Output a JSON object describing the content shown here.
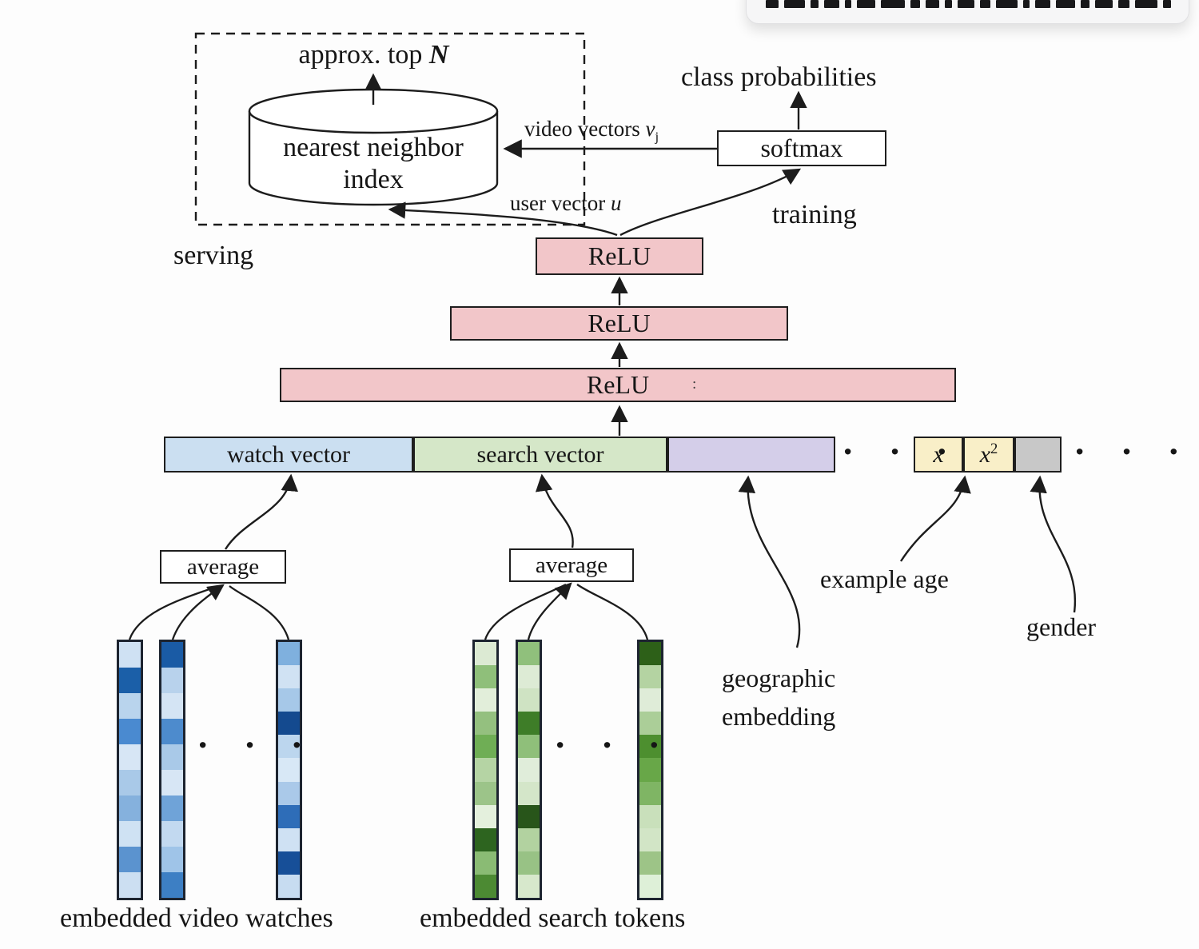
{
  "figure": {
    "serving_label": "serving",
    "training_label": "training",
    "approx_top": {
      "prefix": "approx. top ",
      "math": "N"
    },
    "nn_index": {
      "line1": "nearest neighbor",
      "line2": "index"
    },
    "class_probabilities": "class probabilities",
    "video_vectors": {
      "prefix": "video vectors ",
      "math": "v",
      "sub": "j"
    },
    "user_vector": {
      "prefix": "user vector ",
      "math": "u"
    },
    "relu": "ReLU",
    "softmax": "softmax",
    "artifact_colon": ":",
    "ellipsis": "· · ·",
    "bar": {
      "watch": "watch vector",
      "search": "search vector",
      "x": {
        "math": "x"
      },
      "x2": {
        "math": "x",
        "sup": "2"
      }
    },
    "average": "average",
    "example_age": "example age",
    "gender": "gender",
    "geographic": {
      "line1": "geographic",
      "line2": "embedding"
    },
    "embedded_video": "embedded video watches",
    "embedded_search": "embedded search tokens"
  },
  "colors": {
    "relu_pink": "#f2c6c9",
    "watch_blue": "#cbdff1",
    "search_green": "#d5e7c8",
    "geo_purple": "#d4cee9",
    "age_yellow": "#f9efc8",
    "gender_gray": "#c8c8c8",
    "stroke_dark": "#1c1c1c"
  },
  "embedded_columns": {
    "video": [
      [
        "#cfe1f3",
        "#1b5fa8",
        "#b9d4ed",
        "#4a8ad0",
        "#d7e6f5",
        "#a9c9e8",
        "#85b1dd",
        "#cfe2f3",
        "#5b93cf",
        "#ccdff2"
      ],
      [
        "#1a5ba5",
        "#b8d2ec",
        "#d4e4f4",
        "#4d8bcd",
        "#a9c9e8",
        "#d7e6f5",
        "#6fa3d8",
        "#c2d9f0",
        "#9fc4e8",
        "#3d7fc4"
      ],
      [
        "#7fb0de",
        "#d0e2f3",
        "#a6c8e8",
        "#144a8f",
        "#bcd6ee",
        "#d8e8f6",
        "#aac9e9",
        "#2e6db8",
        "#cfe1f3",
        "#174f98",
        "#c7dcf1"
      ]
    ],
    "search": [
      [
        "#dcead3",
        "#8fbf7a",
        "#e2eeda",
        "#94c07f",
        "#6fae55",
        "#b5d4a4",
        "#9cc489",
        "#e4f0dd",
        "#2d641f",
        "#8abb74",
        "#4c8a33"
      ],
      [
        "#90c07c",
        "#ddebd5",
        "#cfe3c3",
        "#3e7d28",
        "#8fbf7a",
        "#e0edda",
        "#d4e6c9",
        "#28551a",
        "#b2d2a0",
        "#98c285",
        "#d7e8cc"
      ],
      [
        "#2d6018",
        "#b4d3a2",
        "#dfecd8",
        "#abce98",
        "#4d8f2f",
        "#68a748",
        "#7fb564",
        "#c9e0bb",
        "#d2e5c6",
        "#9dc487",
        "#def0d8"
      ]
    ]
  },
  "overlay_fragment_widths": [
    16,
    26,
    10,
    19,
    8,
    23,
    30,
    12,
    17,
    9,
    21,
    13,
    27,
    8,
    19,
    24,
    11,
    22,
    14,
    28,
    10
  ]
}
